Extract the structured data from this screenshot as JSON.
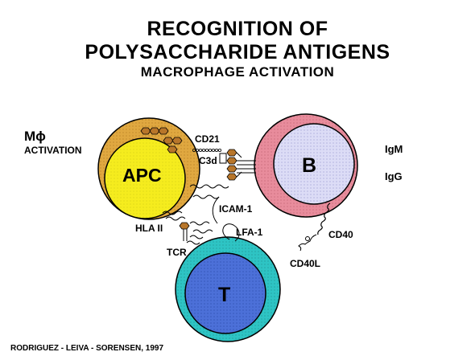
{
  "title": {
    "line1": "RECOGNITION OF",
    "line2": "POLYSACCHARIDE  ANTIGENS",
    "subtitle": "MACROPHAGE  ACTIVATION"
  },
  "macrophage": {
    "symbol": "Mϕ",
    "activation_label": "ACTIVATION"
  },
  "cells": {
    "apc_label": "APC",
    "b_label": "B",
    "t_label": "T"
  },
  "molecules": {
    "cd21": "CD21",
    "c3d": "C3d",
    "igm": "IgM",
    "igg": "IgG",
    "icam1": "ICAM-1",
    "hla2": "HLA II",
    "lfa1": "LFA-1",
    "cd40": "CD40",
    "tcr": "TCR",
    "cd40l": "CD40L"
  },
  "credit": "RODRIGUEZ - LEIVA - SORENSEN, 1997",
  "colors": {
    "apc_outer": "#E0A840",
    "apc_inner": "#F5EC1E",
    "b_outer": "#E88C9C",
    "b_inner": "#D8D8F4",
    "t_outer": "#2EC4C4",
    "t_inner": "#4C70D8",
    "antigen": "#B8762A"
  }
}
